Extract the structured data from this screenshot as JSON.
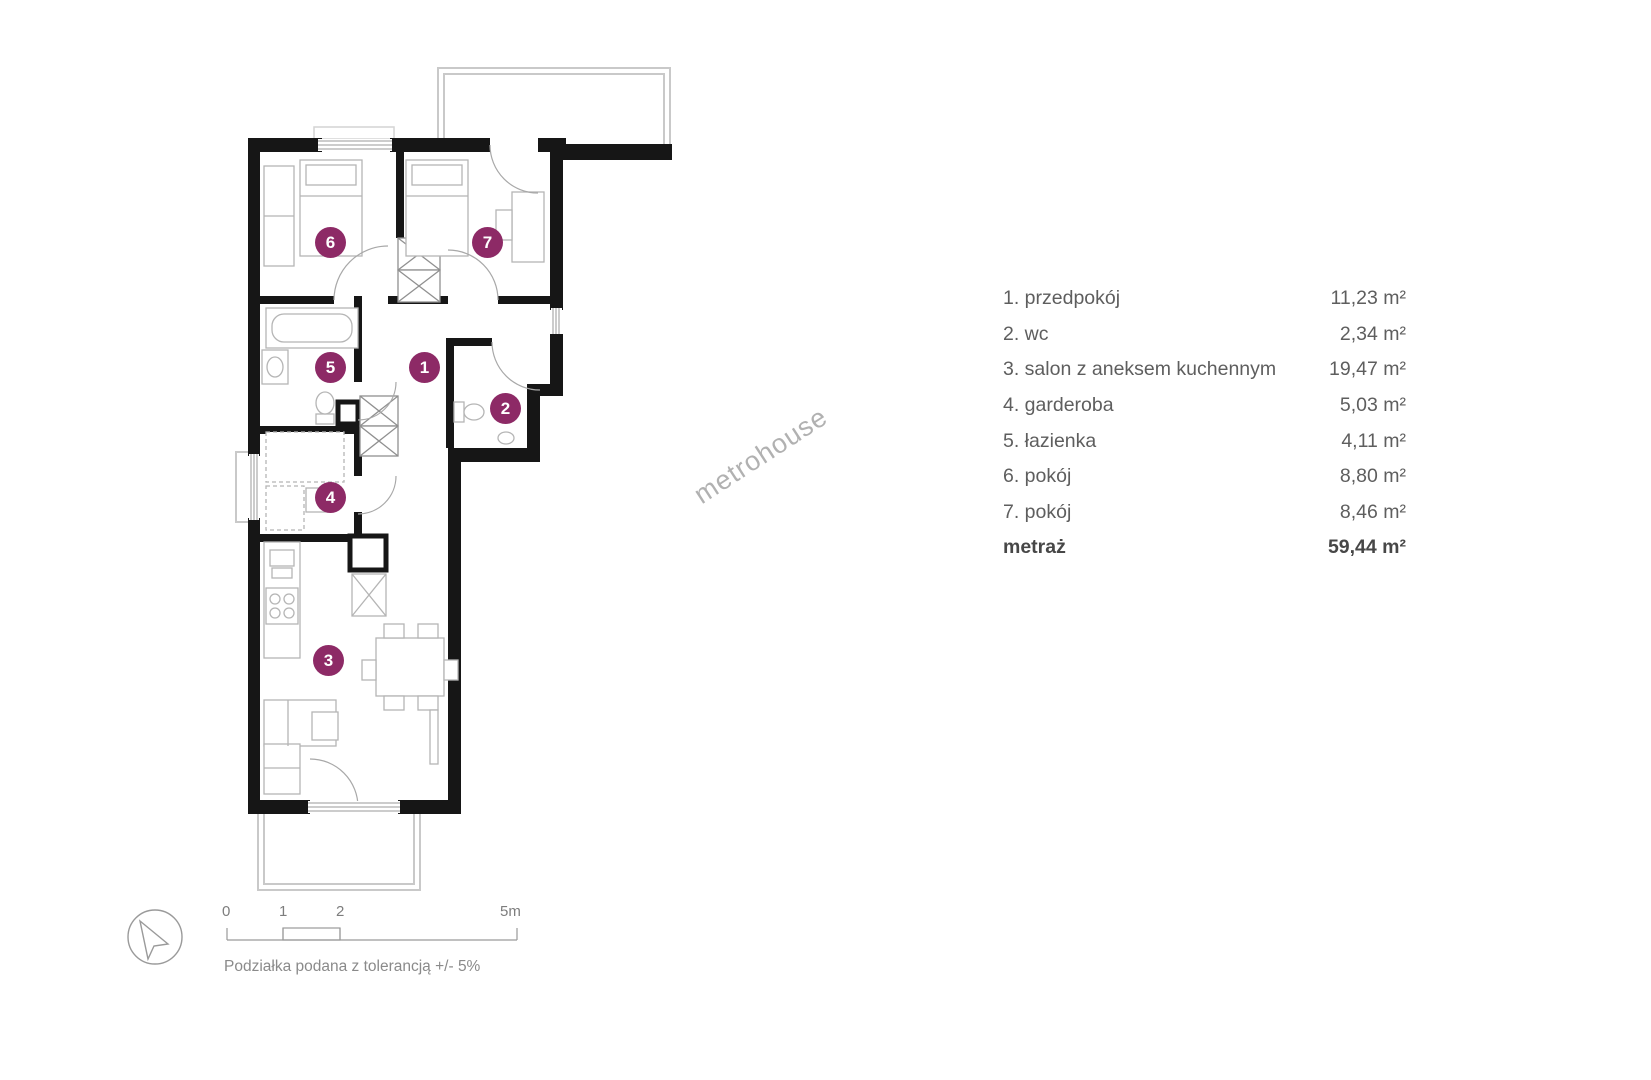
{
  "legend": {
    "rows": [
      {
        "label": "1. przedpokój",
        "value": "11,23 m²"
      },
      {
        "label": "2. wc",
        "value": "2,34 m²"
      },
      {
        "label": "3. salon z aneksem kuchennym",
        "value": "19,47 m²"
      },
      {
        "label": "4. garderoba",
        "value": "5,03 m²"
      },
      {
        "label": "5. łazienka",
        "value": "4,11 m²"
      },
      {
        "label": "6. pokój",
        "value": "8,80 m²"
      },
      {
        "label": "7. pokój",
        "value": "8,46 m²"
      }
    ],
    "total": {
      "label": "metraż",
      "value": "59,44 m²"
    }
  },
  "plan": {
    "markers": [
      "1",
      "2",
      "3",
      "4",
      "5",
      "6",
      "7"
    ],
    "marker_color": "#8d2a66"
  },
  "watermark": "metrohouse",
  "scalebar": {
    "ticks": [
      "0",
      "1",
      "2",
      "5m"
    ],
    "note": "Podziałka podana z tolerancją +/- 5%"
  }
}
